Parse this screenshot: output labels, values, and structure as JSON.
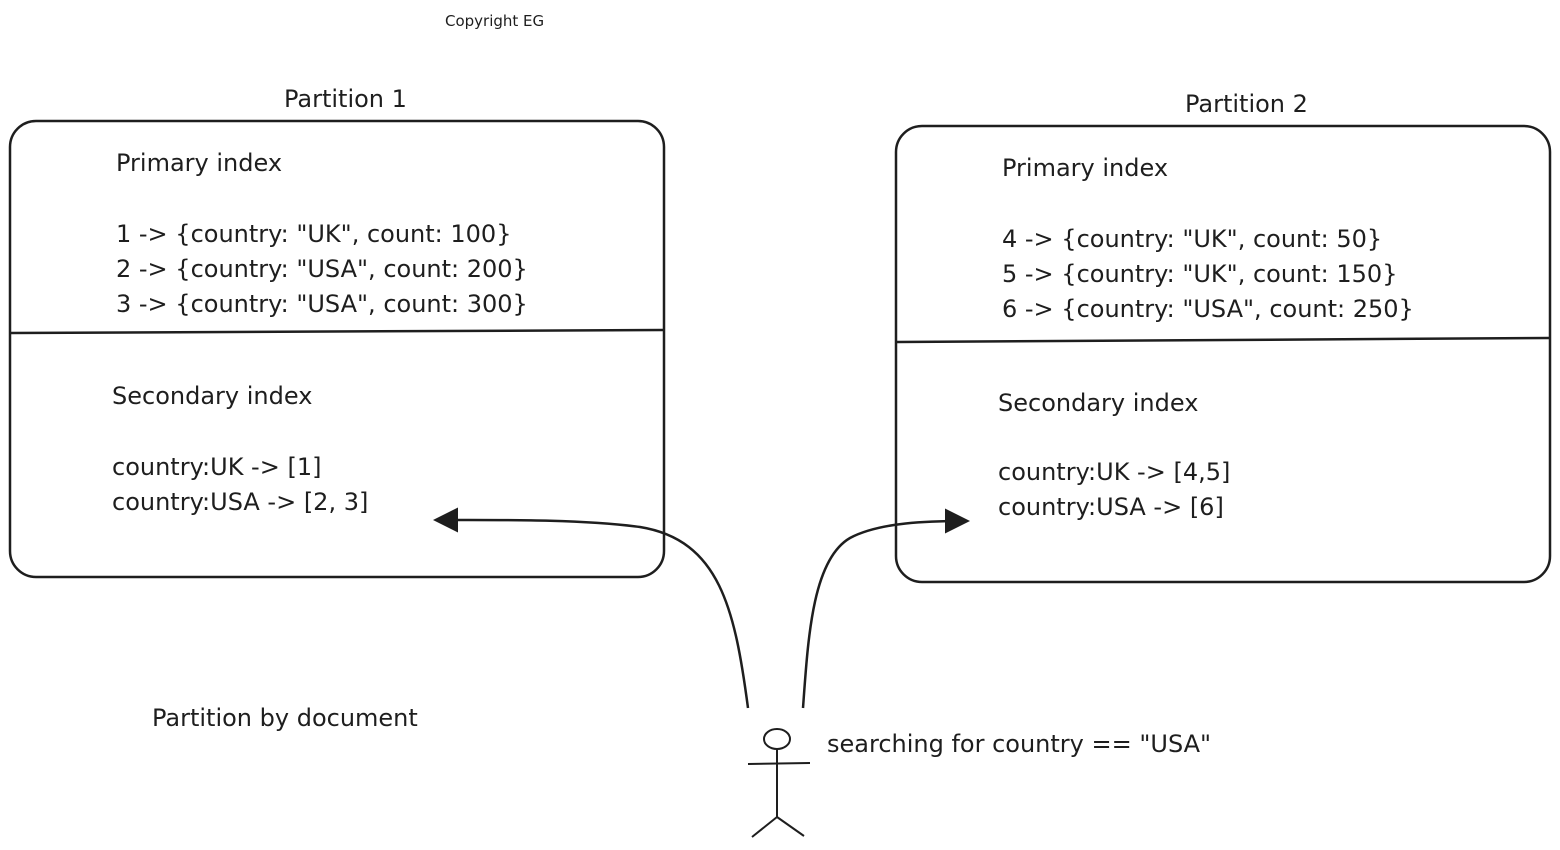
{
  "copyright": "Copyright EG",
  "caption": "Partition by document",
  "search_label": "searching for country == \"USA\"",
  "partitions": [
    {
      "title": "Partition 1",
      "primary_heading": "Primary index",
      "primary_entries": [
        "1 -> {country: \"UK\", count: 100}",
        "2 -> {country: \"USA\", count: 200}",
        "3 -> {country: \"USA\", count: 300}"
      ],
      "secondary_heading": "Secondary index",
      "secondary_entries": [
        "country:UK -> [1]",
        "country:USA -> [2, 3]"
      ]
    },
    {
      "title": "Partition 2",
      "primary_heading": "Primary index",
      "primary_entries": [
        "4 -> {country: \"UK\", count: 50}",
        "5 -> {country: \"UK\", count: 150}",
        "6 -> {country: \"USA\", count: 250}"
      ],
      "secondary_heading": "Secondary index",
      "secondary_entries": [
        "country:UK -> [4,5]",
        "country:USA -> [6]"
      ]
    }
  ],
  "colors": {
    "stroke": "#1e1e1e",
    "background": "#ffffff"
  }
}
